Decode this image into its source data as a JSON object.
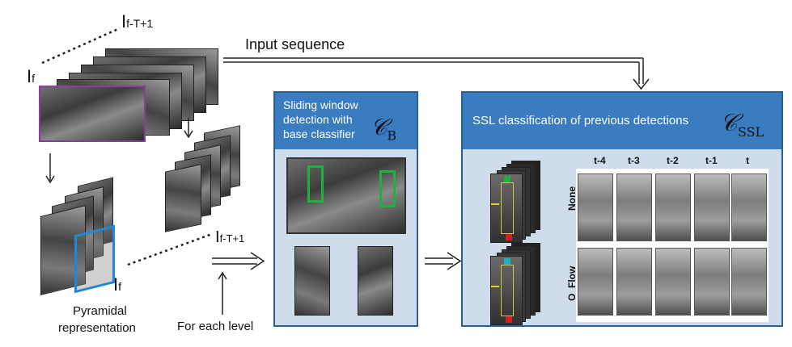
{
  "labels": {
    "i_f_top": "I",
    "i_f_top_sub": "f",
    "i_ftt1_top": "I",
    "i_ftt1_top_sub": "f-T+1",
    "i_ftt1_mid": "I",
    "i_ftt1_mid_sub": "f-T+1",
    "i_f_bottom": "I",
    "i_f_bottom_sub": "f",
    "input_sequence": "Input sequence",
    "pyramidal_line1": "Pyramidal",
    "pyramidal_line2": "representation",
    "for_each_level": "For each level"
  },
  "panel_base": {
    "title_line1": "Sliding window",
    "title_line2": "detection with",
    "title_line3": "base classifier",
    "symbol": "𝒞",
    "symbol_sub": "B"
  },
  "panel_ssl": {
    "title": "SSL classification of previous detections",
    "symbol": "𝒞",
    "symbol_sub": "SSL",
    "columns": [
      "t-4",
      "t-3",
      "t-2",
      "t-1",
      "t"
    ],
    "rows": [
      "None",
      "O_Flow"
    ]
  },
  "colors": {
    "panel_header": "#3a7cc0",
    "panel_body": "#cfdcec",
    "panel_border": "#2a5f8f",
    "purple_frame": "#8a3fa0",
    "blue_frame": "#1e8ad6",
    "green_box": "#20b040"
  }
}
